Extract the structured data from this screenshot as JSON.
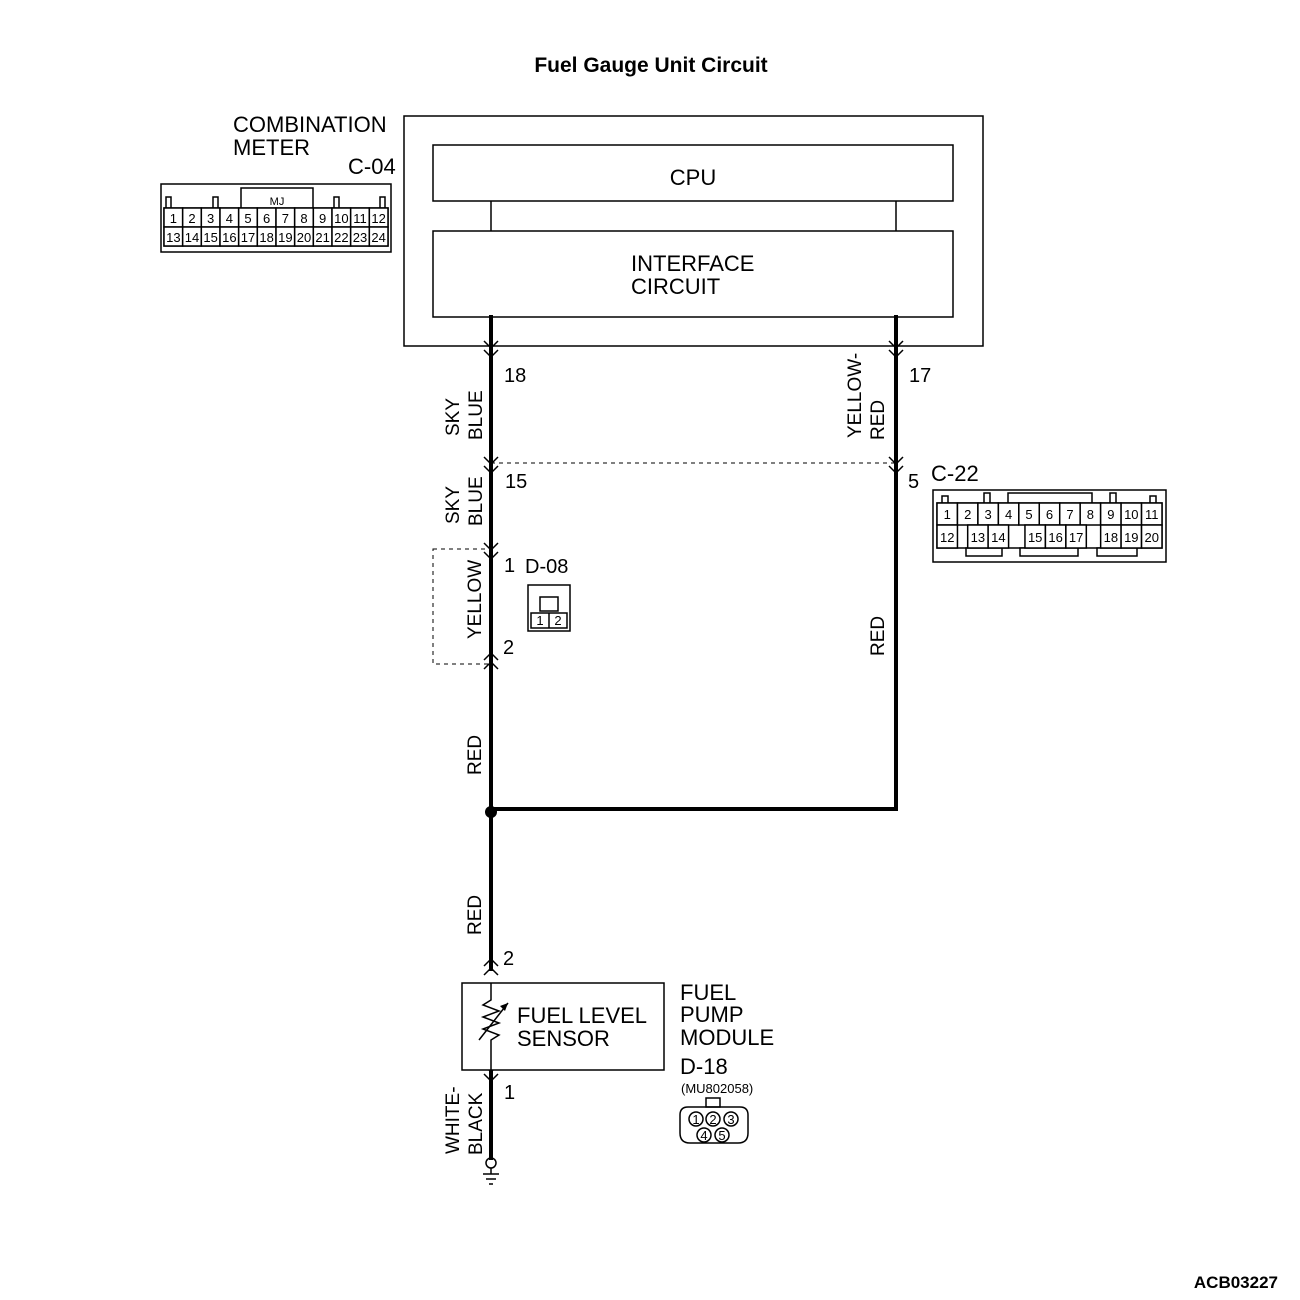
{
  "title": "Fuel Gauge Unit Circuit",
  "figure_code": "ACB03227",
  "combination_meter": {
    "label_line1": "COMBINATION",
    "label_line2": "METER",
    "connector_id": "C-04",
    "connector_key": "MJ",
    "pins_row1": [
      "1",
      "2",
      "3",
      "4",
      "5",
      "6",
      "7",
      "8",
      "9",
      "10",
      "11",
      "12"
    ],
    "pins_row2": [
      "13",
      "14",
      "15",
      "16",
      "17",
      "18",
      "19",
      "20",
      "21",
      "22",
      "23",
      "24"
    ],
    "cpu_label": "CPU",
    "interface_line1": "INTERFACE",
    "interface_line2": "CIRCUIT"
  },
  "left_path": {
    "pin_top": "18",
    "wire1_line1": "SKY",
    "wire1_line2": "BLUE",
    "pin_c22": "15",
    "wire2_line1": "SKY",
    "wire2_line2": "BLUE",
    "d08_pin1": "1",
    "d08_pin2": "2",
    "d08_wire": "YELLOW",
    "wire3": "RED"
  },
  "right_path": {
    "pin_top": "17",
    "wire1_line1": "YELLOW-",
    "wire1_line2": "RED",
    "pin_c22": "5",
    "wire2": "RED"
  },
  "c22_connector": {
    "id": "C-22",
    "pins_row1": [
      "1",
      "2",
      "3",
      "4",
      "5",
      "6",
      "7",
      "8",
      "9",
      "10",
      "11"
    ],
    "pins_row2": [
      "12",
      "13",
      "14",
      "15",
      "16",
      "17",
      "18",
      "19",
      "20"
    ]
  },
  "d08_connector": {
    "id": "D-08",
    "pins": [
      "1",
      "2"
    ]
  },
  "bottom_path": {
    "wire": "RED",
    "sensor_pin_top": "2",
    "sensor_line1": "FUEL LEVEL",
    "sensor_line2": "SENSOR",
    "sensor_pin_bottom": "1",
    "ground_wire_line1": "WHITE-",
    "ground_wire_line2": "BLACK"
  },
  "fuel_pump_module": {
    "line1": "FUEL",
    "line2": "PUMP",
    "line3": "MODULE",
    "connector_id": "D-18",
    "part_number": "(MU802058)",
    "pins": [
      "1",
      "2",
      "3",
      "4",
      "5"
    ]
  }
}
